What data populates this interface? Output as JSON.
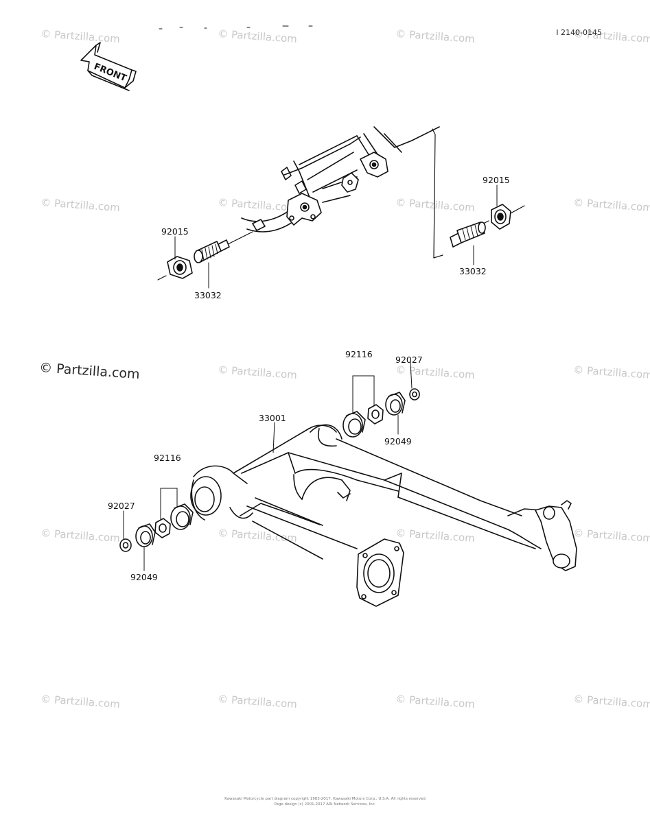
{
  "diagram_code": "I 2140-0145",
  "front_label": "FRONT",
  "watermark": {
    "small_text": "© Partzilla.com",
    "large_text": "© Partzilla.com"
  },
  "part_labels": {
    "upper_left_nut": "92015",
    "upper_left_pivot_bolt": "33032",
    "upper_right_nut": "92015",
    "upper_right_pivot_bolt": "33032",
    "swing_arm": "33001",
    "right_bearing_group": "92116",
    "right_cap": "92027",
    "right_seal": "92049",
    "left_bearing_group": "92116",
    "left_cap": "92027",
    "left_seal": "92049"
  },
  "footer": {
    "line1": "Kawasaki Motorcycle part diagram copyright 1983-2017, Kawasaki Motors Corp., U.S.A. All rights reserved",
    "line2": "Page design (c) 2001-2017 ARI Network Services, Inc."
  }
}
